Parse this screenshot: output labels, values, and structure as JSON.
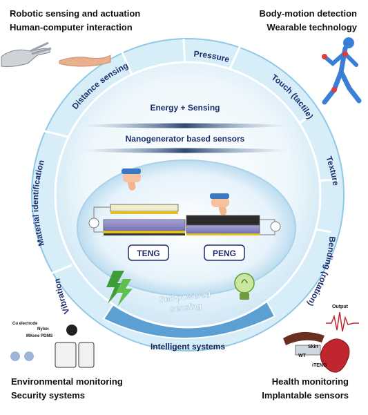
{
  "corners": {
    "top_left": [
      "Robotic sensing and actuation",
      "Human-computer interaction"
    ],
    "top_right": [
      "Body-motion detection",
      "Wearable technology"
    ],
    "bottom_left": [
      "Environmental monitoring",
      "Security systems"
    ],
    "bottom_right": [
      "Health monitoring",
      "Implantable sensors"
    ]
  },
  "ring_segments": {
    "pressure": "Pressure",
    "touch": "Touch (tactile)",
    "texture": "Texture",
    "bending": "Bending (rotation)",
    "intelligent": "Intelligent systems",
    "vibration": "Vibration",
    "material": "Material identification",
    "distance": "Distance sensing"
  },
  "center": {
    "energy_sensing": "Energy + Sensing",
    "nanogenerator": "Nanogenerator based sensors",
    "teng": "TENG",
    "peng": "PENG",
    "self_powered_1": "Self-powered",
    "self_powered_2": "sensing"
  },
  "insets": {
    "cu_electrode": "Cu electrode",
    "nylon": "Nylon",
    "mxene": "MXene PDMS",
    "output": "Output",
    "skin": "Skin",
    "wt": "WT",
    "iteng": "iTENG"
  },
  "colors": {
    "ring_fill": "#d7eef9",
    "ring_border": "#8ec8e6",
    "label_navy": "#1c2d6b",
    "intelligent_fill": "#5b9fd3",
    "heart_red": "#c0262d"
  }
}
